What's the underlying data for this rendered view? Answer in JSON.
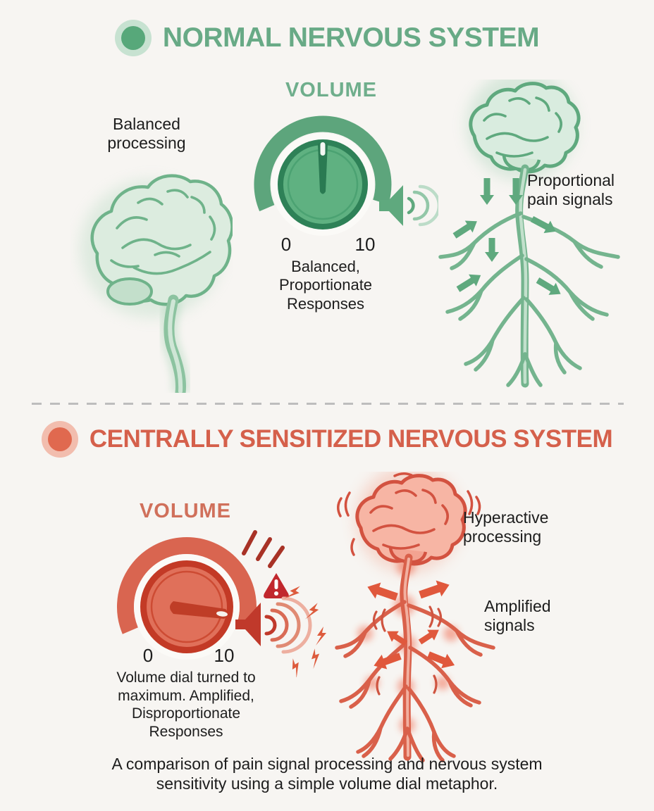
{
  "colors": {
    "background": "#f7f5f2",
    "normal_accent": "#5fa97e",
    "normal_title": "#68aa86",
    "sensitized_accent": "#d9604a",
    "sensitized_title": "#d5604b",
    "warning_red": "#c1272d",
    "body_text": "#1d1d1d",
    "divider": "#bdbdbd"
  },
  "normal_section": {
    "title": "NORMAL NERVOUS SYSTEM",
    "processing_label_lines": [
      "Balanced",
      "processing"
    ],
    "volume_label": "VOLUME",
    "dial": {
      "min_label": "0",
      "max_label": "10",
      "pointer_position": "low (pointing up)"
    },
    "dial_caption_lines": [
      "Balanced,",
      "Proportionate",
      "Responses"
    ],
    "signals_label_lines": [
      "Proportional",
      "pain signals"
    ]
  },
  "sensitized_section": {
    "title": "CENTRALLY SENSITIZED NERVOUS SYSTEM",
    "volume_label": "VOLUME",
    "dial": {
      "min_label": "0",
      "max_label": "10",
      "pointer_position": "maximum (pointing right)"
    },
    "dial_caption_lines": [
      "Volume dial turned to",
      "maximum. Amplified,",
      "Disproportionate",
      "Responses"
    ],
    "processing_label_lines": [
      "Hyperactive",
      "processing"
    ],
    "signals_label_lines": [
      "Amplified",
      "signals"
    ]
  },
  "footer": {
    "caption_lines": [
      "A comparison of pain signal processing and nervous system",
      "sensitivity using a simple volume dial metaphor."
    ]
  },
  "icons": {
    "bullet-dot-icon": "filled circle with halo",
    "brain-icon": "side-view brain with brainstem",
    "nervous-system-icon": "brain with spinal cord and branching nerves",
    "volume-dial-icon": "rotary knob with arc scale 0-10",
    "speaker-icon": "loudspeaker with sound waves",
    "warning-icon": "exclamation triangle",
    "lightning-bolt-icon": "zigzag bolt",
    "stress-marks-icon": "three slash strokes"
  }
}
